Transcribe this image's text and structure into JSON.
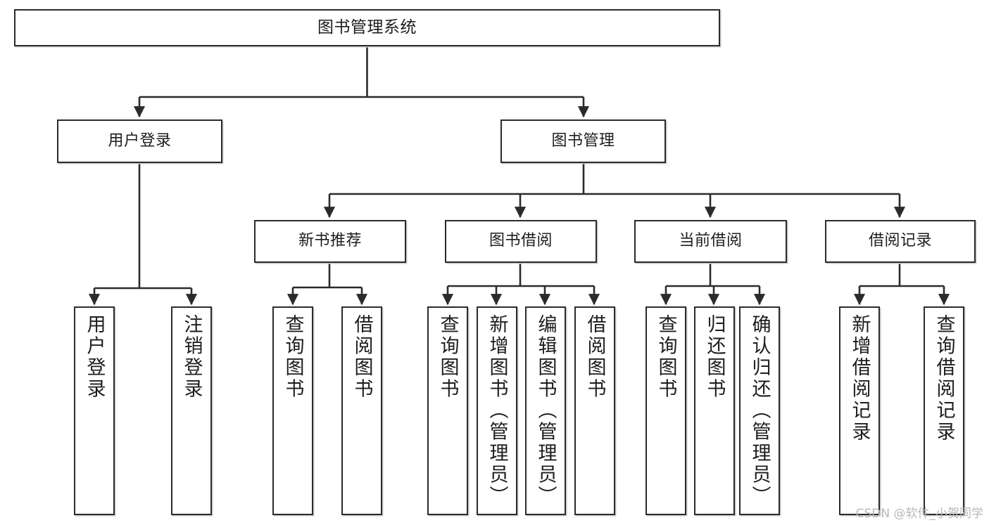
{
  "diagram": {
    "title": "图书管理系统",
    "type": "tree",
    "watermark": "CSDN @软件_小贺同学",
    "colors": {
      "box_border": "#2b2b2b",
      "box_fill": "#ffffff",
      "connector": "#2b2b2b",
      "text": "#1d1d1d",
      "watermark": "#b8b8b8",
      "background": "#ffffff"
    },
    "nodes": {
      "root": {
        "label": "图书管理系统"
      },
      "level2": [
        {
          "label": "用户登录"
        },
        {
          "label": "图书管理"
        }
      ],
      "level3": [
        {
          "label": "新书推荐"
        },
        {
          "label": "图书借阅"
        },
        {
          "label": "当前借阅"
        },
        {
          "label": "借阅记录"
        }
      ],
      "leaves_user_login": [
        {
          "label": "用户登录"
        },
        {
          "label": "注销登录"
        }
      ],
      "leaves_new_book": [
        {
          "label": "查询图书"
        },
        {
          "label": "借阅图书"
        }
      ],
      "leaves_borrow": [
        {
          "label": "查询图书"
        },
        {
          "label": "新增图书（管理员）"
        },
        {
          "label": "编辑图书（管理员）"
        },
        {
          "label": "借阅图书"
        }
      ],
      "leaves_current": [
        {
          "label": "查询图书"
        },
        {
          "label": "归还图书"
        },
        {
          "label": "确认归还（管理员）"
        }
      ],
      "leaves_records": [
        {
          "label": "新增借阅记录"
        },
        {
          "label": "查询借阅记录"
        }
      ]
    }
  }
}
